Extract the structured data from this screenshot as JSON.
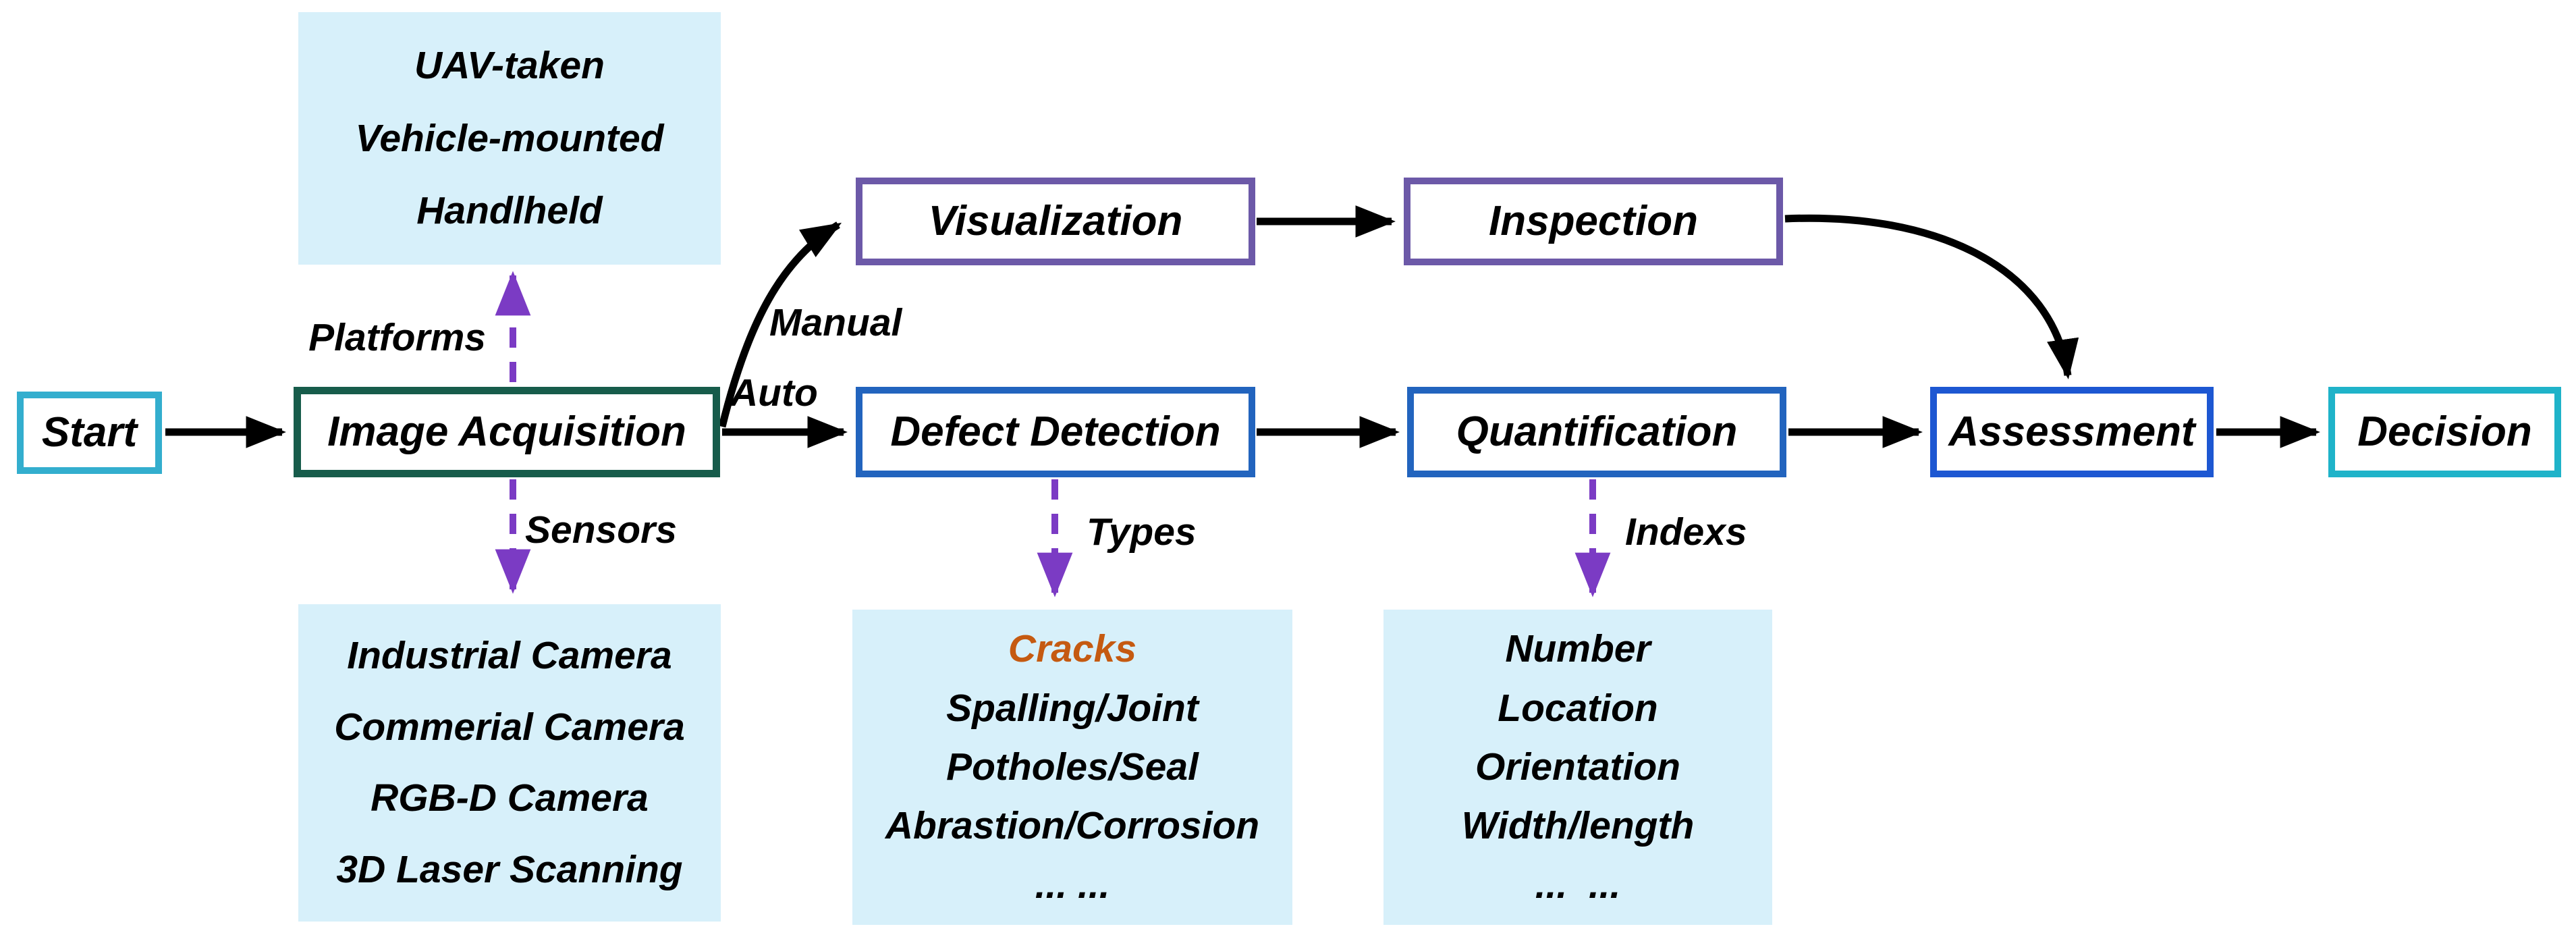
{
  "diagram": {
    "nodes": {
      "start": {
        "label": "Start"
      },
      "image_acquisition": {
        "label": "Image Acquisition"
      },
      "visualization": {
        "label": "Visualization"
      },
      "inspection": {
        "label": "Inspection"
      },
      "defect_detection": {
        "label": "Defect Detection"
      },
      "quantification": {
        "label": "Quantification"
      },
      "assessment": {
        "label": "Assessment"
      },
      "decision": {
        "label": "Decision"
      }
    },
    "edge_labels": {
      "platforms": "Platforms",
      "sensors": "Sensors",
      "manual": "Manual",
      "auto": "Auto",
      "types": "Types",
      "indexs": "Indexs"
    },
    "panels": {
      "platforms": {
        "lines": [
          "UAV-taken",
          "Vehicle-mounted",
          "Handlheld"
        ]
      },
      "sensors": {
        "lines": [
          "Industrial Camera",
          "Commerial Camera",
          "RGB-D Camera",
          "3D Laser Scanning"
        ]
      },
      "types": {
        "lines": [
          "Cracks",
          "Spalling/Joint",
          "Potholes/Seal",
          "Abrastion/Corrosion",
          "... ..."
        ],
        "highlight_index": 0
      },
      "indexs": {
        "lines": [
          "Number",
          "Location",
          "Orientation",
          "Width/length",
          "...  ..."
        ]
      }
    },
    "colors": {
      "arrow_black": "#000000",
      "accent_purple": "#7B3BC4",
      "purple_border": "#6C59A8",
      "green_border": "#175C4B",
      "blue_border": "#2264BE",
      "assessment_border": "#1D57D2",
      "start_border": "#33AECE",
      "decision_border": "#1FB3C9",
      "panel_fill": "#D7F0FA",
      "crack_orange": "#C55A11",
      "text_black": "#000000"
    }
  }
}
